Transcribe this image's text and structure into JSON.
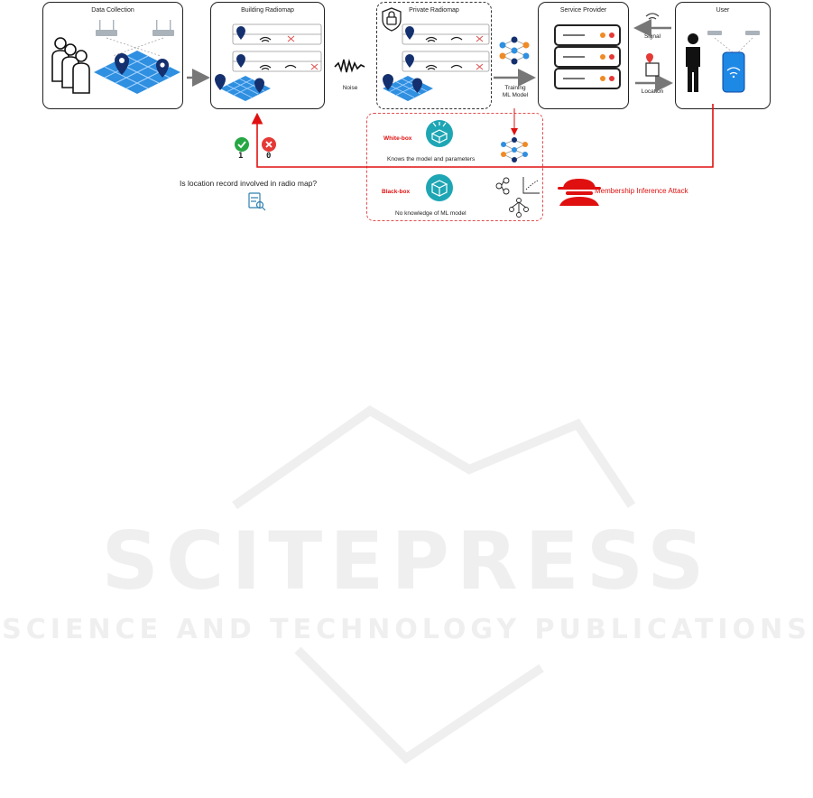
{
  "watermark": {
    "brand": "SCITEPRESS",
    "tagline": "SCIENCE AND TECHNOLOGY PUBLICATIONS"
  },
  "stages": {
    "data_collection": "Data Collection",
    "building_radiomap": "Building Radiomap",
    "private_radiomap": "Private Radiomap",
    "service_provider": "Service Provider",
    "user": "User"
  },
  "arrows": {
    "noise": "Noise",
    "training_line1": "Training",
    "training_line2": "ML Model",
    "signal": "Signal",
    "location": "Location"
  },
  "attack": {
    "white_box_label": "White-box",
    "white_box_desc": "Knows the model and parameters",
    "black_box_label": "Black-box",
    "black_box_desc": "No knowledge of ML model",
    "title": "Membership Inference Attack",
    "question": "Is location record involved in radio map?",
    "member_value": "1",
    "nonmember_value": "0"
  },
  "colors": {
    "accent_red": "#e01010",
    "teal": "#1ea6b4",
    "map_blue": "#2f8fe0",
    "pin_navy": "#14306e",
    "success_green": "#27a744",
    "fail_red": "#e53935"
  }
}
